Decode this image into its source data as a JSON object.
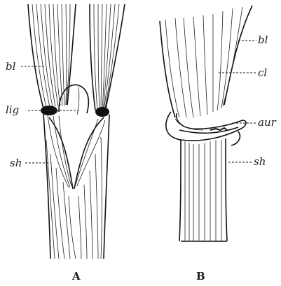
{
  "figure_a": {
    "caption": "A",
    "labels": {
      "blade": "bl",
      "ligule": "lig",
      "sheath": "sh"
    }
  },
  "figure_b": {
    "caption": "B",
    "labels": {
      "blade": "bl",
      "collar": "cl",
      "auricle": "aur",
      "sheath": "sh"
    }
  }
}
